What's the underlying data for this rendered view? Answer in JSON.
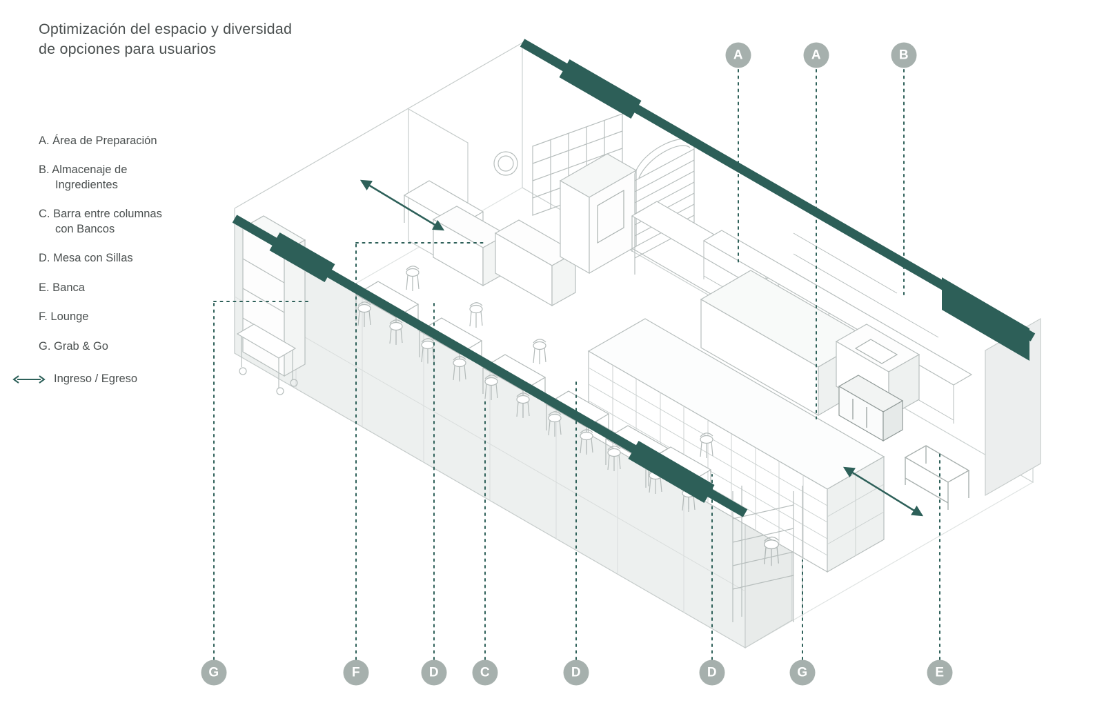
{
  "title": "Optimización del espacio y diversidad\nde opciones para usuarios",
  "legend": {
    "items": [
      {
        "label": "A. Área de Preparación"
      },
      {
        "label": "B. Almacenaje de\nIngredientes"
      },
      {
        "label": "C. Barra entre columnas\ncon Bancos"
      },
      {
        "label": "D. Mesa con Sillas"
      },
      {
        "label": "E. Banca"
      },
      {
        "label": "F. Lounge"
      },
      {
        "label": "G. Grab & Go"
      }
    ],
    "arrow_label": "Ingreso / Egreso"
  },
  "markers": {
    "top": [
      {
        "letter": "A"
      },
      {
        "letter": "A"
      },
      {
        "letter": "B"
      }
    ],
    "bottom": [
      {
        "letter": "G"
      },
      {
        "letter": "F"
      },
      {
        "letter": "D"
      },
      {
        "letter": "C"
      },
      {
        "letter": "D"
      },
      {
        "letter": "D"
      },
      {
        "letter": "G"
      },
      {
        "letter": "E"
      }
    ]
  },
  "colors": {
    "accent_teal": "#2d5f58",
    "badge_gray": "#a6b0ad",
    "drawing_line": "#c2c8c7"
  }
}
